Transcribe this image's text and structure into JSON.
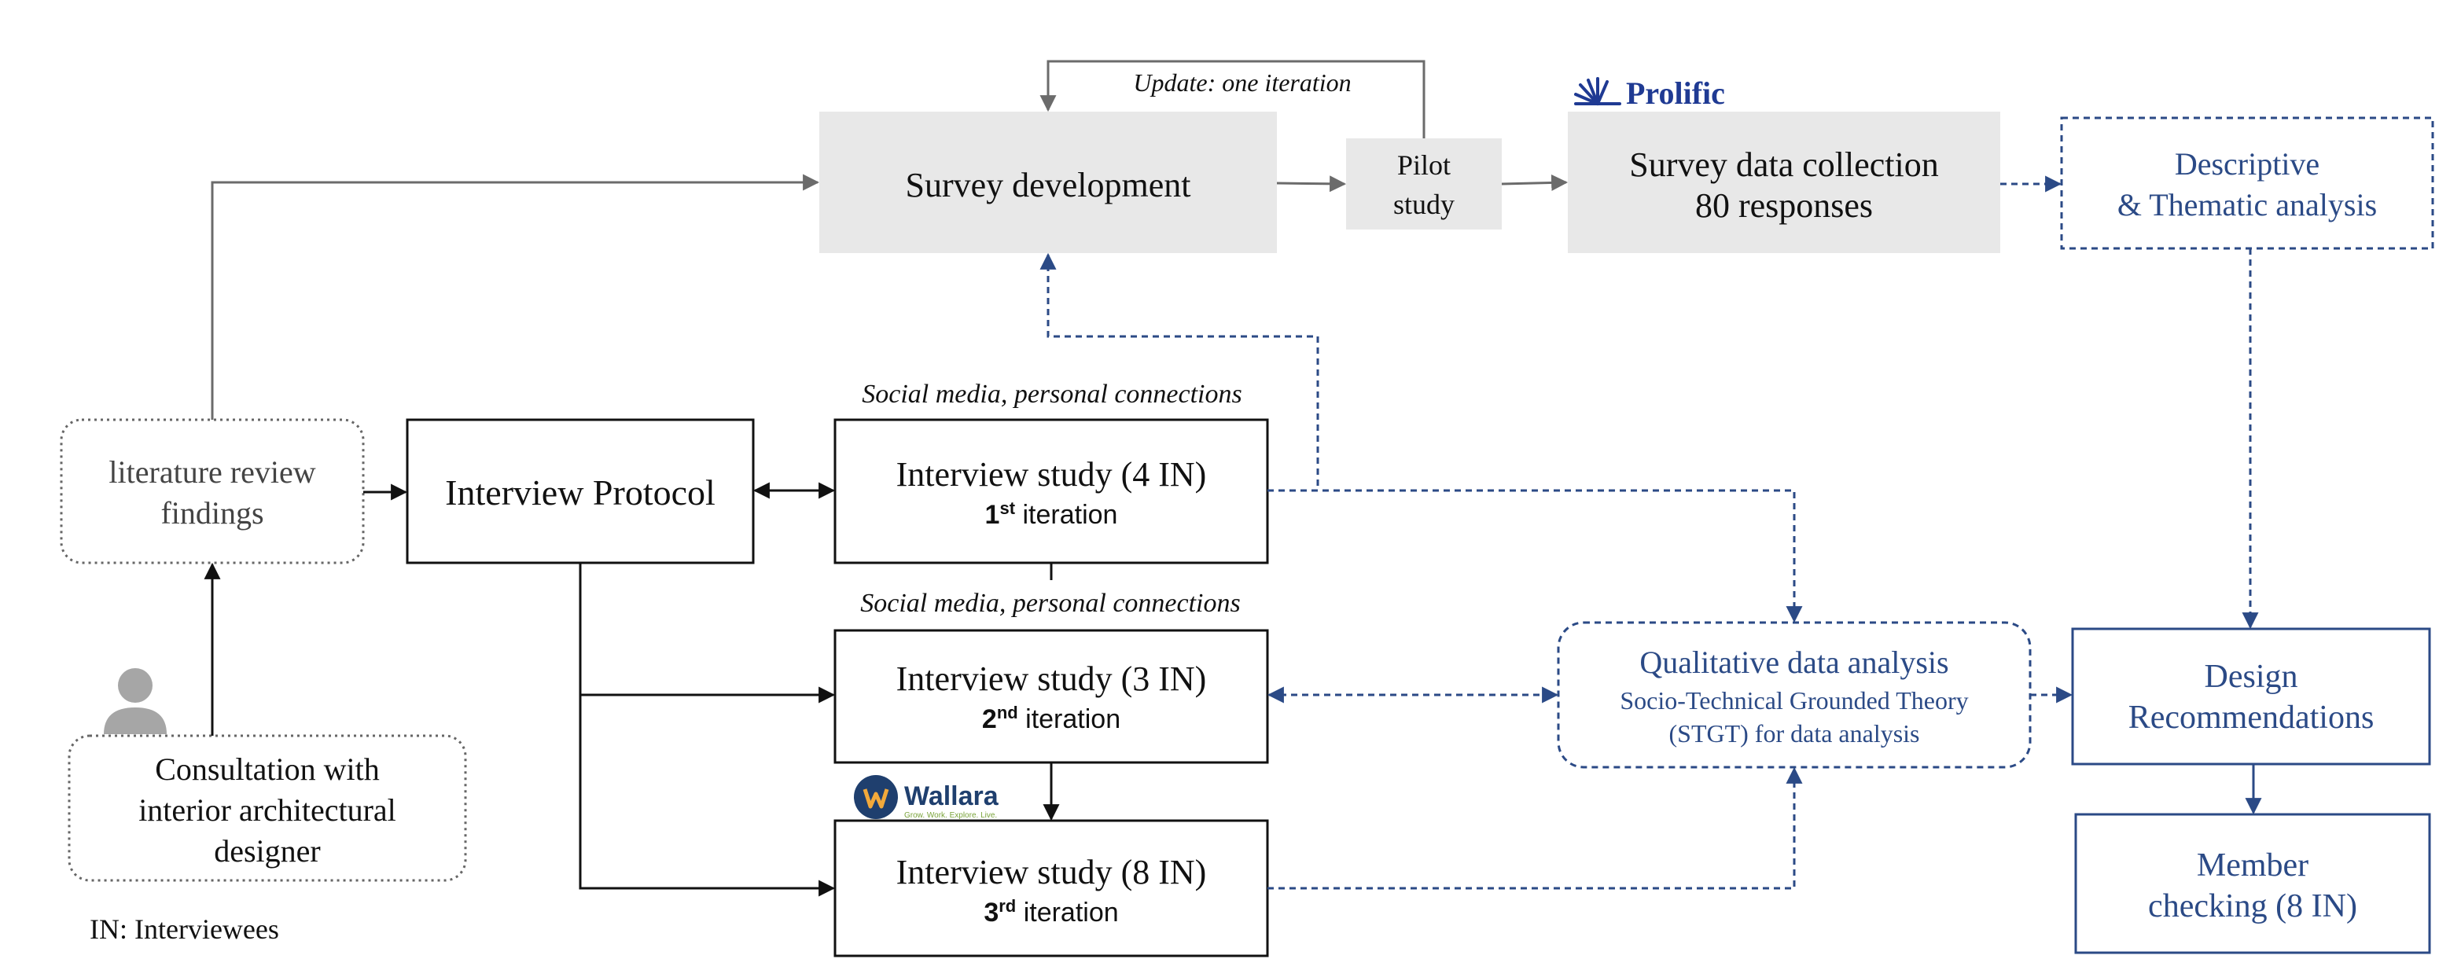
{
  "colors": {
    "gray_arrow": "#6b6b6b",
    "black_arrow": "#111111",
    "blue_dashed": "#2b4a86",
    "gray_fill": "#e8e8e8",
    "prolific_blue": "#1f3a93",
    "wallara_navy": "#1f3f6e",
    "wallara_orange": "#f2a93b"
  },
  "labels": {
    "update_iteration": "Update: one iteration",
    "prolific": "Prolific",
    "survey_development": "Survey development",
    "pilot_line1": "Pilot",
    "pilot_line2": "study",
    "survey_collection_line1": "Survey data collection",
    "survey_collection_line2": "80 responses",
    "descriptive_line1": "Descriptive",
    "descriptive_line2": "& Thematic analysis",
    "social_media_1": "Social media, personal connections",
    "social_media_2": "Social media, personal connections",
    "lit_review_line1": "literature review",
    "lit_review_line2": "findings",
    "interview_protocol": "Interview Protocol",
    "interview1_title": "Interview study (4 IN)",
    "interview1_ord": "1",
    "interview1_sup": "st",
    "interview1_rest": " iteration",
    "interview2_title": "Interview study (3 IN)",
    "interview2_ord": "2",
    "interview2_sup": "nd",
    "interview2_rest": " iteration",
    "interview3_title": "Interview study (8 IN)",
    "interview3_ord": "3",
    "interview3_sup": "rd",
    "interview3_rest": " iteration",
    "wallara": "Wallara",
    "wallara_tagline": "Grow. Work. Explore. Live.",
    "qual_line1": "Qualitative data analysis",
    "qual_line2": "Socio-Technical Grounded Theory",
    "qual_line3": "(STGT) for data analysis",
    "design_line1": "Design",
    "design_line2": "Recommendations",
    "member_line1": "Member",
    "member_line2": "checking (8 IN)",
    "consult_line1": "Consultation with",
    "consult_line2": "interior architectural",
    "consult_line3": "designer",
    "legend": "IN: Interviewees"
  }
}
